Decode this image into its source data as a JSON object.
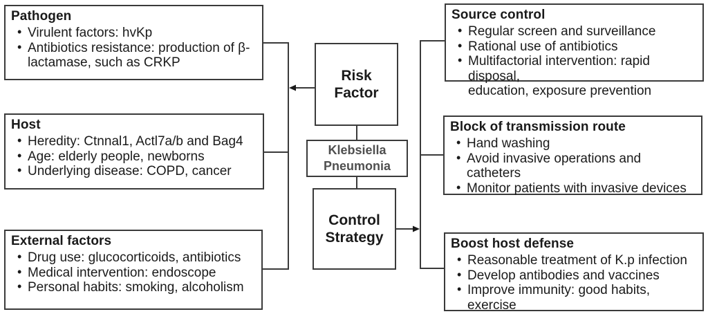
{
  "diagram": {
    "center": {
      "risk_factor_label": "Risk\nFactor",
      "disease_label": "Klebsiella\nPneumonia",
      "control_strategy_label": "Control\nStrategy"
    },
    "risk_boxes": [
      {
        "title": "Pathogen",
        "items": [
          "Virulent factors: hvKp",
          "Antibiotics resistance: production of β-\nlactamase, such as CRKP"
        ]
      },
      {
        "title": "Host",
        "items": [
          "Heredity: Ctnnal1, Actl7a/b and Bag4",
          "Age: elderly people, newborns",
          "Underlying disease: COPD, cancer"
        ]
      },
      {
        "title": "External factors",
        "items": [
          "Drug use: glucocorticoids, antibiotics",
          "Medical intervention: endoscope",
          "Personal habits: smoking, alcoholism"
        ]
      }
    ],
    "strategy_boxes": [
      {
        "title": "Source control",
        "items": [
          "Regular screen and surveillance",
          "Rational use of antibiotics",
          "Multifactorial intervention: rapid disposal,\neducation, exposure prevention"
        ]
      },
      {
        "title": "Block of transmission route",
        "items": [
          "Hand washing",
          "Avoid invasive operations and catheters",
          "Monitor patients with invasive devices"
        ]
      },
      {
        "title": "Boost host defense",
        "items": [
          "Reasonable treatment of K.p infection",
          "Develop antibodies and vaccines",
          "Improve immunity: good habits, exercise"
        ]
      }
    ],
    "colors": {
      "line": "#3a3a3a",
      "text": "#1a1a1a",
      "disease_text": "#4f4f4f",
      "background": "#ffffff"
    }
  }
}
